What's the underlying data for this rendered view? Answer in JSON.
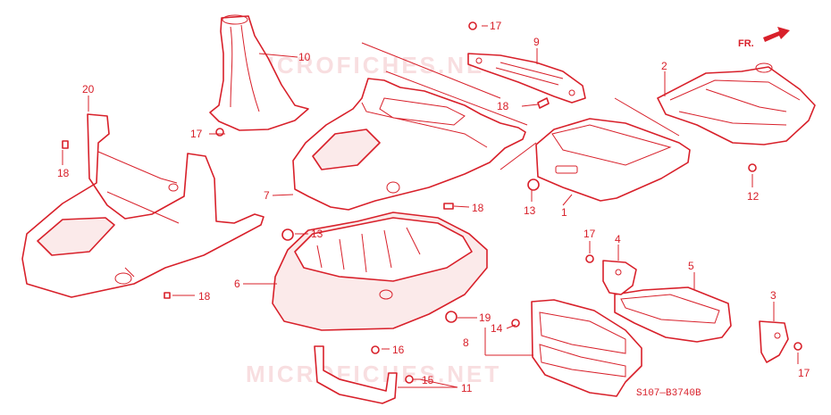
{
  "diagram": {
    "drawing_code": "S107—B3740B",
    "direction_label": "FR.",
    "watermark": "MICROFICHES.NET",
    "callouts": {
      "p1": "1",
      "p2": "2",
      "p3": "3",
      "p4": "4",
      "p5": "5",
      "p6": "6",
      "p7": "7",
      "p8": "8",
      "p9": "9",
      "p10": "10",
      "p11": "11",
      "p12": "12",
      "p13a": "13",
      "p13b": "13",
      "p14": "14",
      "p15": "15",
      "p16": "16",
      "p17a": "17",
      "p17b": "17",
      "p17c": "17",
      "p17d": "17",
      "p18a": "18",
      "p18b": "18",
      "p18c": "18",
      "p18d": "18",
      "p19": "19",
      "p20": "20"
    }
  }
}
